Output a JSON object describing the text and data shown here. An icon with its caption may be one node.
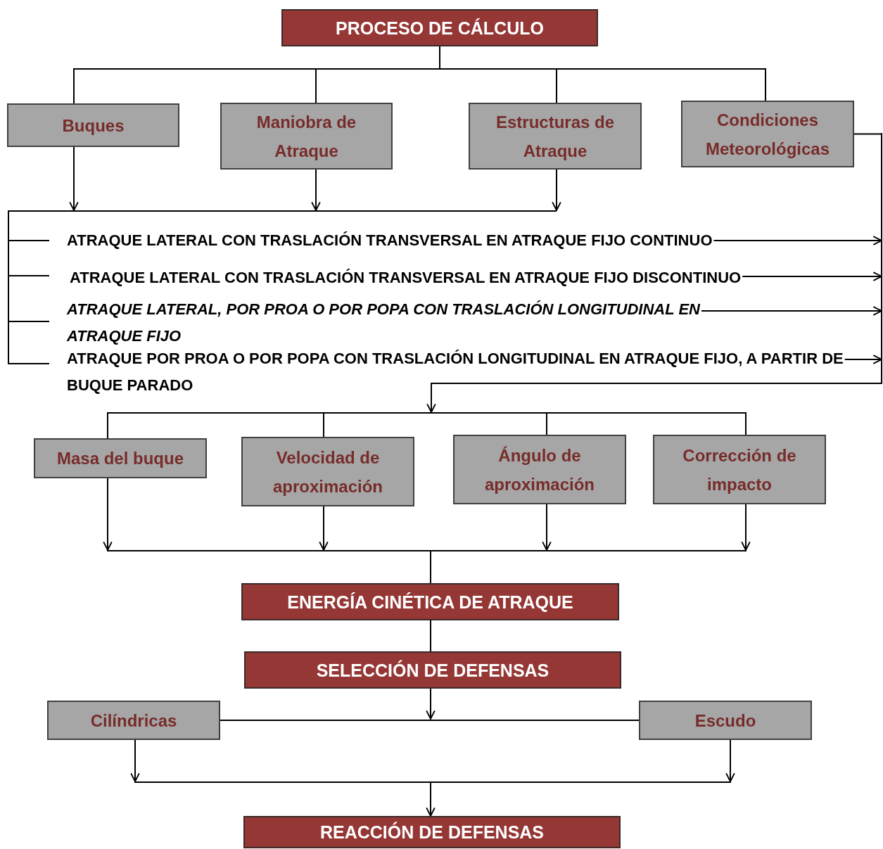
{
  "diagram": {
    "nodes": [
      {
        "text": [
          "PROCESO DE CÁLCULO"
        ]
      },
      {
        "text": [
          "Buques"
        ]
      },
      {
        "text": [
          "Maniobra de Atraque"
        ]
      },
      {
        "text": [
          "Estructuras de Atraque"
        ]
      },
      {
        "text": [
          "Condiciones Meteorológicas"
        ]
      },
      {
        "text": [],
        "shape": "bar"
      },
      {
        "text": [
          "ATRAQUE LATERAL CON TRASLACIÓN TRANSVERSAL EN ATRAQUE FIJO CONTINUO"
        ]
      },
      {
        "text": [
          "ATRAQUE LATERAL CON TRASLACIÓN TRANSVERSAL EN ATRAQUE FIJO DISCONTINUO"
        ]
      },
      {
        "text": [
          "ATRAQUE LATERAL, POR PROA O POR POPA CON TRASLACIÓN LONGITUDINAL EN ATRAQUE FIJO"
        ]
      },
      {
        "text": [
          "ATRAQUE POR PROA O POR POPA CON TRASLACIÓN LONGITUDINAL EN ATRAQUE FIJO, A PARTIR DE BUQUE PARADO"
        ]
      },
      {
        "text": [],
        "shape": "bar"
      },
      {
        "text": [],
        "shape": "bar"
      },
      {
        "text": [
          "Masa del buque"
        ]
      },
      {
        "text": [
          "Velocidad de aproximación"
        ]
      },
      {
        "text": [
          "Ángulo de aproximación"
        ]
      },
      {
        "text": [
          "Corrección de impacto"
        ]
      },
      {
        "text": [],
        "shape": "bar"
      },
      {
        "text": [
          "ENERGÍA CINÉTICA DE ATRAQUE"
        ]
      },
      {
        "text": [
          "SELECCIÓN DE DEFENSAS"
        ]
      },
      {
        "text": [
          "Cilíndricas"
        ]
      },
      {
        "text": [
          "Escudo"
        ]
      },
      {
        "text": [],
        "shape": "bar"
      },
      {
        "text": [
          "REACCIÓN DE DEFENSAS"
        ]
      }
    ],
    "edges": [
      {
        "from": 0,
        "to": 1,
        "arrow": "none"
      },
      {
        "from": 0,
        "to": 2,
        "arrow": "none"
      },
      {
        "from": 0,
        "to": 3,
        "arrow": "none"
      },
      {
        "from": 0,
        "to": 4,
        "arrow": "none"
      },
      {
        "from": 1,
        "to": 5,
        "arrow": "to"
      },
      {
        "from": 2,
        "to": 5,
        "arrow": "to"
      },
      {
        "from": 3,
        "to": 5,
        "arrow": "to"
      },
      {
        "from": 5,
        "to": 6,
        "arrow": "none"
      },
      {
        "from": 5,
        "to": 7,
        "arrow": "none"
      },
      {
        "from": 5,
        "to": 8,
        "arrow": "none"
      },
      {
        "from": 5,
        "to": 9,
        "arrow": "none"
      },
      {
        "from": 6,
        "to": 10,
        "arrow": "to"
      },
      {
        "from": 7,
        "to": 10,
        "arrow": "to"
      },
      {
        "from": 8,
        "to": 10,
        "arrow": "to"
      },
      {
        "from": 9,
        "to": 10,
        "arrow": "to"
      },
      {
        "from": 4,
        "to": 10,
        "arrow": "none"
      },
      {
        "from": 10,
        "to": 11,
        "arrow": "to"
      },
      {
        "from": 11,
        "to": 12,
        "arrow": "none"
      },
      {
        "from": 11,
        "to": 13,
        "arrow": "none"
      },
      {
        "from": 11,
        "to": 14,
        "arrow": "none"
      },
      {
        "from": 11,
        "to": 15,
        "arrow": "none"
      },
      {
        "from": 12,
        "to": 16,
        "arrow": "to"
      },
      {
        "from": 13,
        "to": 16,
        "arrow": "to"
      },
      {
        "from": 14,
        "to": 16,
        "arrow": "to"
      },
      {
        "from": 15,
        "to": 16,
        "arrow": "to"
      },
      {
        "from": 16,
        "to": 17,
        "arrow": "none"
      },
      {
        "from": 17,
        "to": 18,
        "arrow": "none"
      },
      {
        "from": 19,
        "to": 20,
        "arrow": "none"
      },
      {
        "from": 18,
        "to": null,
        "arrow": "to"
      },
      {
        "from": 19,
        "to": 21,
        "arrow": "to"
      },
      {
        "from": 20,
        "to": 21,
        "arrow": "to"
      },
      {
        "from": 21,
        "to": 22,
        "arrow": "to"
      }
    ]
  }
}
